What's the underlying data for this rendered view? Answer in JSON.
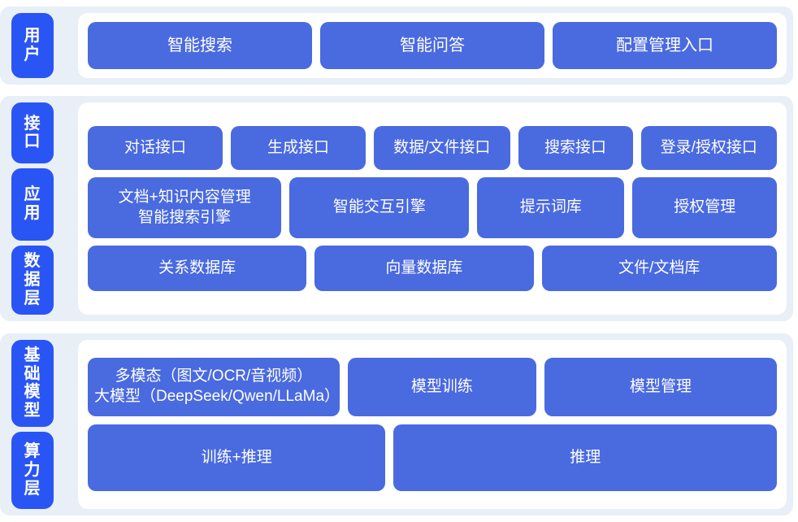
{
  "colors": {
    "page_background": "#ffffff",
    "section_band": "#e9eff7",
    "panel": "#ffffff",
    "tab_blue": "#2a55f5",
    "box_blue": "#4a6ae0",
    "text_on_blue": "#ffffff"
  },
  "sections": [
    {
      "id": "user",
      "tabs": [
        {
          "label": "用户"
        }
      ],
      "rows": [
        {
          "id": "user-entries",
          "boxes": [
            {
              "label": "智能搜索",
              "flex": 1
            },
            {
              "label": "智能问答",
              "flex": 1
            },
            {
              "label": "配置管理入口",
              "flex": 1
            }
          ]
        }
      ]
    },
    {
      "id": "middle",
      "tabs": [
        {
          "label": "接口"
        },
        {
          "label": "应用"
        },
        {
          "label": "数据层"
        }
      ],
      "rows": [
        {
          "id": "interface",
          "boxes": [
            {
              "label": "对话接口",
              "flex": 1.02
            },
            {
              "label": "生成接口",
              "flex": 1.02
            },
            {
              "label": "数据/文件接口",
              "flex": 1.03
            },
            {
              "label": "搜索接口",
              "flex": 0.85
            },
            {
              "label": "登录/授权接口",
              "flex": 1.03
            }
          ]
        },
        {
          "id": "application",
          "boxes": [
            {
              "label": "文档+知识内容管理\n智能搜索引擎",
              "flex": 1.28
            },
            {
              "label": "智能交互引擎",
              "flex": 1.18
            },
            {
              "label": "提示词库",
              "flex": 0.95
            },
            {
              "label": "授权管理",
              "flex": 0.93
            }
          ]
        },
        {
          "id": "data",
          "boxes": [
            {
              "label": "关系数据库",
              "flex": 1
            },
            {
              "label": "向量数据库",
              "flex": 1
            },
            {
              "label": "文件/文档库",
              "flex": 1.08
            }
          ]
        }
      ]
    },
    {
      "id": "base",
      "tabs": [
        {
          "label": "基础模型"
        },
        {
          "label": "算力层"
        }
      ],
      "rows": [
        {
          "id": "model",
          "boxes": [
            {
              "label": "多模态（图文/OCR/音视频）\n大模型（DeepSeek/Qwen/LLaMa）",
              "flex": 1.36,
              "multiline": true
            },
            {
              "label": "模型训练",
              "flex": 1.0
            },
            {
              "label": "模型管理",
              "flex": 1.25
            }
          ]
        },
        {
          "id": "compute",
          "boxes": [
            {
              "label": "训练+推理",
              "flex": 1
            },
            {
              "label": "推理",
              "flex": 1.3
            }
          ]
        }
      ]
    }
  ]
}
